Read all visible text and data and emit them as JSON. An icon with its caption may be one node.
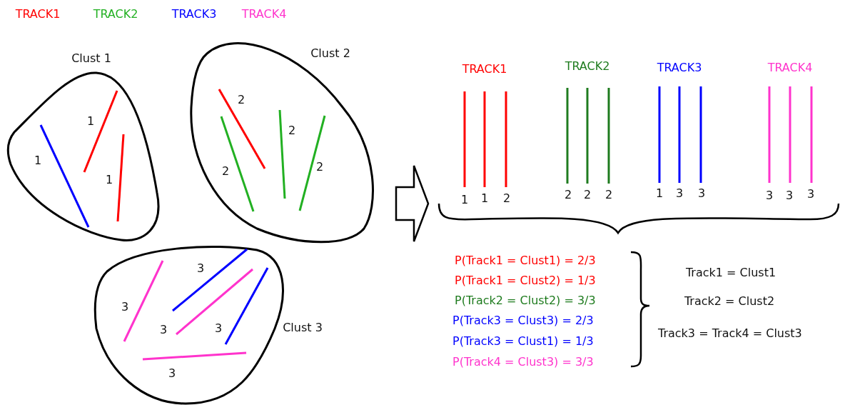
{
  "diagram": {
    "nodes": [
      {
        "text": [
          "Clust 1",
          "1",
          "1",
          "1"
        ]
      },
      {
        "text": [
          "Clust 2",
          "2",
          "2",
          "2",
          "2"
        ]
      },
      {
        "text": [
          "Clust 3",
          "3",
          "3",
          "3",
          "3",
          "3"
        ]
      }
    ],
    "labels": [
      "TRACK1",
      "TRACK2",
      "TRACK3",
      "TRACK4",
      "TRACK1",
      "TRACK2",
      "TRACK3",
      "TRACK4",
      "1",
      "1",
      "2",
      "2",
      "2",
      "2",
      "1",
      "3",
      "3",
      "3",
      "3",
      "3",
      "P(Track1 = Clust1) = 2/3",
      "P(Track1 = Clust2) = 1/3",
      "P(Track2 = Clust2) = 3/3",
      "P(Track3 = Clust3) = 2/3",
      "P(Track3 = Clust1) = 1/3",
      "P(Track4 = Clust3) = 3/3",
      "Track1 = Clust1",
      "Track2 = Clust2",
      "Track3 = Track4 = Clust3"
    ]
  }
}
